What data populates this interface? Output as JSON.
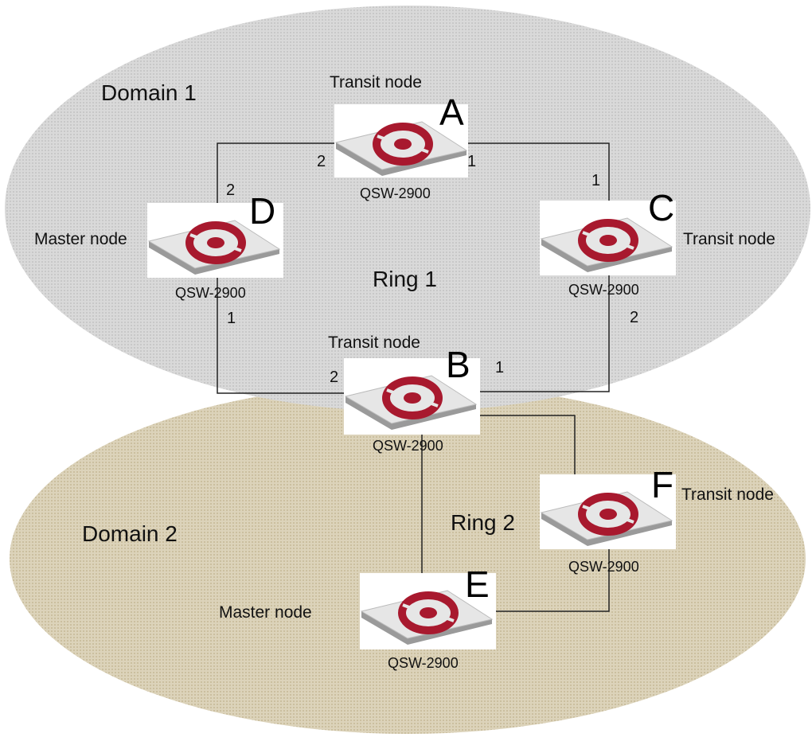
{
  "domains": [
    {
      "id": "domain1",
      "label": "Domain 1",
      "color": "#d7d7d7"
    },
    {
      "id": "domain2",
      "label": "Domain 2",
      "color": "#d9d0b6"
    }
  ],
  "rings": [
    {
      "id": "ring1",
      "label": "Ring 1"
    },
    {
      "id": "ring2",
      "label": "Ring 2"
    }
  ],
  "nodes": [
    {
      "id": "A",
      "letter": "A",
      "role": "Transit node",
      "model": "QSW-2900"
    },
    {
      "id": "B",
      "letter": "B",
      "role": "Transit node",
      "model": "QSW-2900"
    },
    {
      "id": "C",
      "letter": "C",
      "role": "Transit node",
      "model": "QSW-2900"
    },
    {
      "id": "D",
      "letter": "D",
      "role": "Master node",
      "model": "QSW-2900"
    },
    {
      "id": "E",
      "letter": "E",
      "role": "Master node",
      "model": "QSW-2900"
    },
    {
      "id": "F",
      "letter": "F",
      "role": "Transit node",
      "model": "QSW-2900"
    }
  ],
  "links": [
    {
      "from": "A",
      "to": "D",
      "from_port": "2",
      "to_port": "2"
    },
    {
      "from": "A",
      "to": "C",
      "from_port": "1",
      "to_port": "1"
    },
    {
      "from": "D",
      "to": "B",
      "from_port": "1",
      "to_port": "2"
    },
    {
      "from": "C",
      "to": "B",
      "from_port": "2",
      "to_port": "1"
    },
    {
      "from": "B",
      "to": "F",
      "from_port": "",
      "to_port": ""
    },
    {
      "from": "B",
      "to": "E",
      "from_port": "",
      "to_port": ""
    },
    {
      "from": "F",
      "to": "E",
      "from_port": "",
      "to_port": ""
    }
  ],
  "colors": {
    "logo": "#a8192e",
    "line": "#222222"
  }
}
